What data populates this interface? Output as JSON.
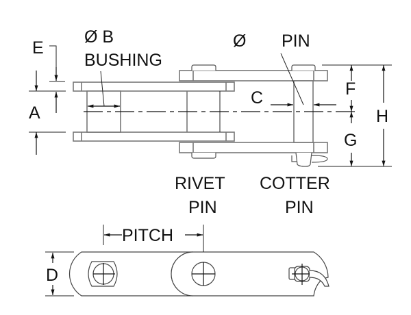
{
  "diagram": {
    "title": "Chain link dimension drawing",
    "labels": {
      "E": "E",
      "A": "A",
      "B_symbol": "Ø B",
      "bushing": "BUSHING",
      "pin_symbol": "Ø",
      "pin": "PIN",
      "C": "C",
      "F": "F",
      "G": "G",
      "H": "H",
      "rivet_line1": "RIVET",
      "rivet_line2": "PIN",
      "cotter_line1": "COTTER",
      "cotter_line2": "PIN",
      "pitch": "PITCH",
      "D": "D"
    },
    "colors": {
      "line": "#111111",
      "part_outline": "#777777",
      "background": "#ffffff"
    }
  }
}
